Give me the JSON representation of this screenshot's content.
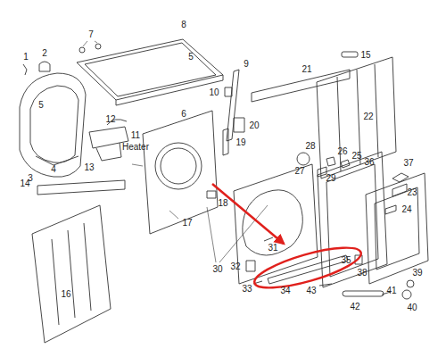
{
  "diagram": {
    "labels": [
      "1",
      "2",
      "3",
      "4",
      "5",
      "5",
      "6",
      "7",
      "8",
      "9",
      "10",
      "11",
      "12",
      "13",
      "Heater",
      "14",
      "15",
      "16",
      "17",
      "18",
      "19",
      "20",
      "21",
      "22",
      "23",
      "24",
      "25",
      "26",
      "27",
      "28",
      "29",
      "30",
      "31",
      "32",
      "33",
      "34",
      "35",
      "36",
      "37",
      "38",
      "39",
      "40",
      "41",
      "42",
      "43"
    ]
  }
}
